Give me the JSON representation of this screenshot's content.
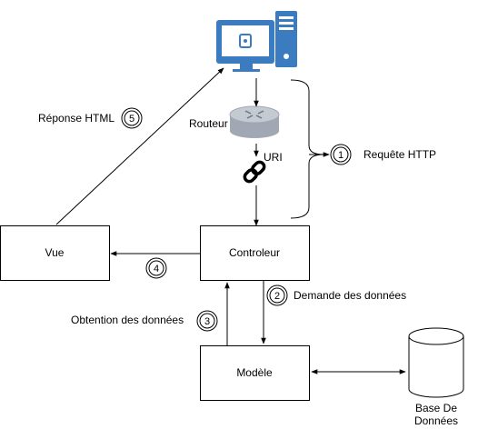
{
  "boxes": {
    "vue": "Vue",
    "controleur": "Controleur",
    "modele": "Modèle"
  },
  "database": {
    "label_line1": "Base De",
    "label_line2": "Données"
  },
  "router_label": "Routeur",
  "uri_label": "URI",
  "steps": [
    {
      "number": "1",
      "label": "Requête HTTP"
    },
    {
      "number": "2",
      "label": "Demande des données"
    },
    {
      "number": "3",
      "label": "Obtention des données"
    },
    {
      "number": "4",
      "label": ""
    },
    {
      "number": "5",
      "label": "Réponse HTML"
    }
  ],
  "colors": {
    "computer_blue": "#3b7bbf",
    "router_body": "#9fa8b3",
    "router_top": "#c3cad2",
    "line": "#000000"
  }
}
